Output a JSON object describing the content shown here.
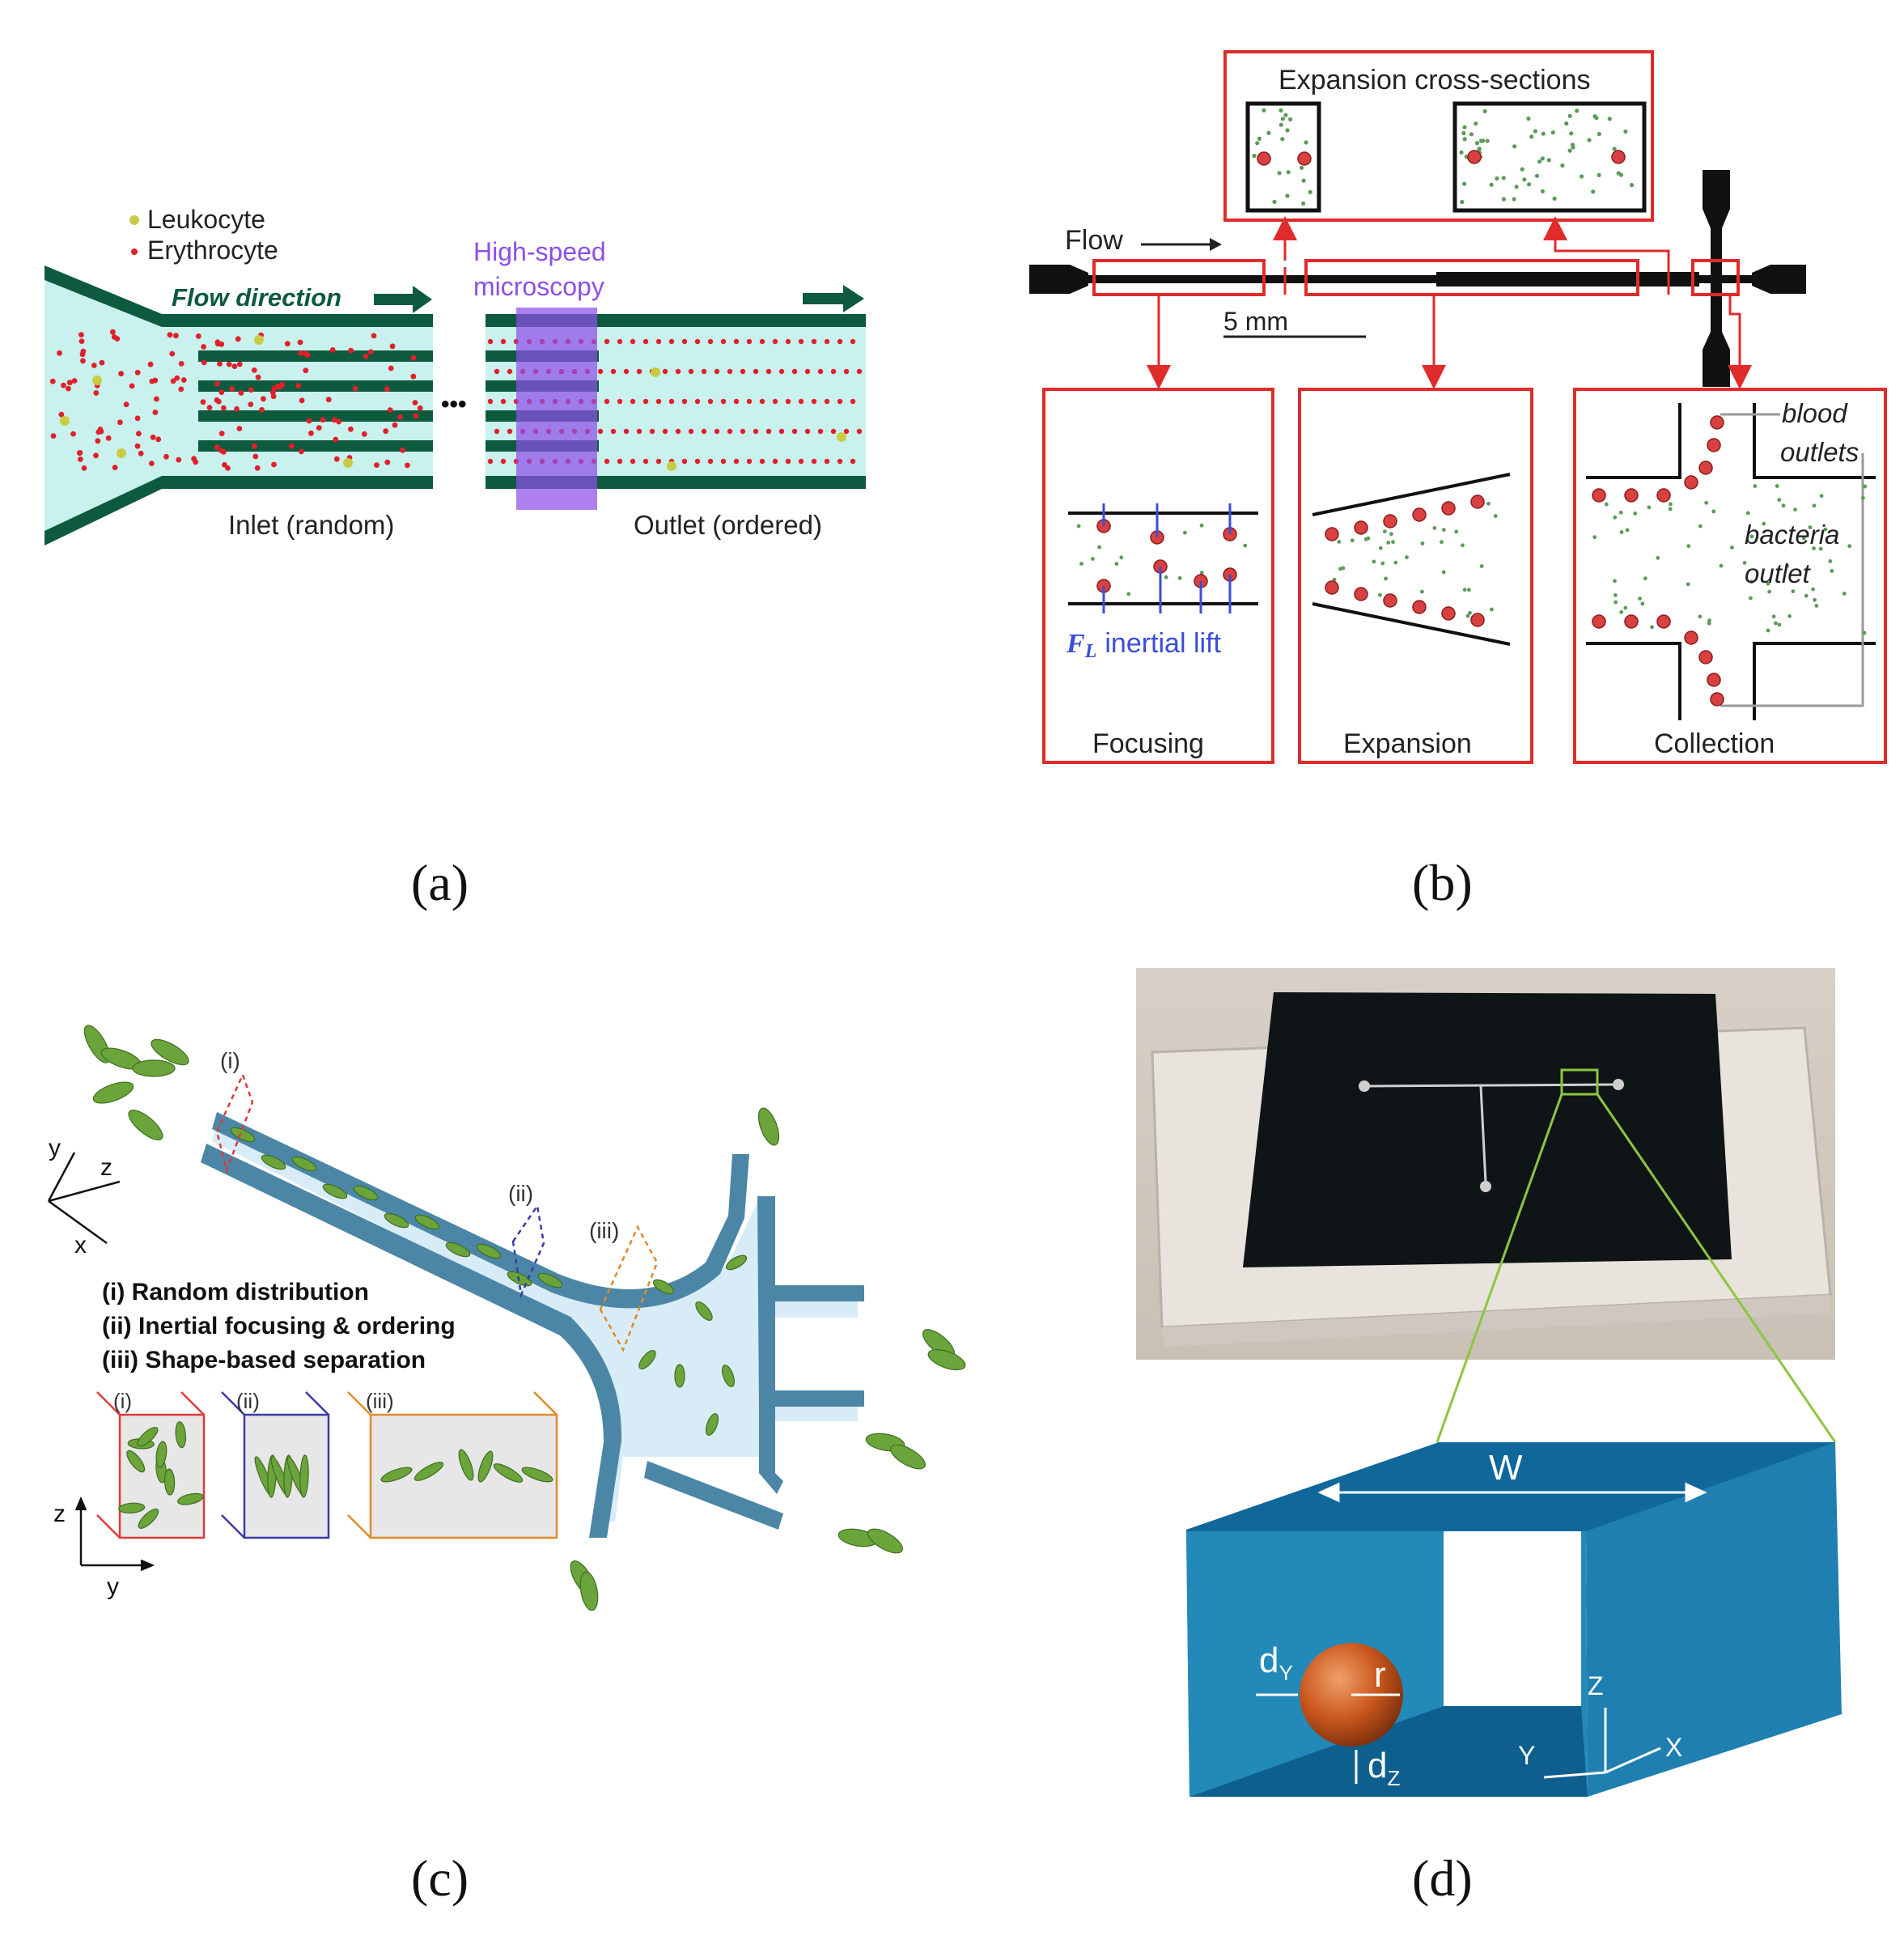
{
  "panel_a": {
    "legend_leukocyte": "Leukocyte",
    "legend_erythrocyte": "Erythrocyte",
    "flow_direction": "Flow direction",
    "highspeed_line1": "High-speed",
    "highspeed_line2": "microscopy",
    "ellipsis": "•••",
    "inlet": "Inlet (random)",
    "outlet": "Outlet (ordered)",
    "caption": "(a)",
    "colors": {
      "channel": "#0e5a3e",
      "fluid": "#c9f1ee",
      "rbc": "#e0202a",
      "wbc": "#c8cc45",
      "scope": "#8d4fe8"
    }
  },
  "panel_b": {
    "expansion_cross_sections": "Expansion cross-sections",
    "flow": "Flow",
    "scale": "5 mm",
    "fl_symbol": "F",
    "fl_sub": "L",
    "inertial_lift": "inertial lift",
    "focusing": "Focusing",
    "expansion": "Expansion",
    "collection": "Collection",
    "blood": "blood",
    "outlets": "outlets",
    "bacteria": "bacteria",
    "outlet": "outlet",
    "caption": "(b)",
    "colors": {
      "frame": "#e02b2b",
      "cell": "#d94040",
      "dot": "#5c9a5a",
      "lift": "#3a4ed8"
    }
  },
  "panel_c": {
    "label_i": "(i)",
    "label_ii": "(ii)",
    "label_iii": "(iii)",
    "axis_y": "y",
    "axis_z": "z",
    "axis_x": "x",
    "legend_i": "(i) Random distribution",
    "legend_ii": "(ii) Inertial focusing & ordering",
    "legend_iii": "(iii) Shape-based separation",
    "box_i": "(i)",
    "box_ii": "(ii)",
    "box_iii": "(iii)",
    "axis2_z": "z",
    "axis2_y": "y",
    "caption": "(c)",
    "colors": {
      "channel": "#4c86a6",
      "fluid": "#d7ecf7",
      "cell": "#6aa43a",
      "i": "#e03a3a",
      "ii": "#3a3aa8",
      "iii": "#e08a2a"
    }
  },
  "panel_d": {
    "label_w": "W",
    "label_dy": "d",
    "label_dy_sub": "Y",
    "label_r": "r",
    "label_dz": "d",
    "label_dz_sub": "Z",
    "axis_z": "Z",
    "axis_y": "Y",
    "axis_x": "X",
    "caption": "(d)",
    "colors": {
      "box_front": "#2389b8",
      "box_top": "#10679a",
      "box_side": "#1f7fb0",
      "sphere": "#c9571d",
      "callout": "#8dc63f"
    }
  }
}
